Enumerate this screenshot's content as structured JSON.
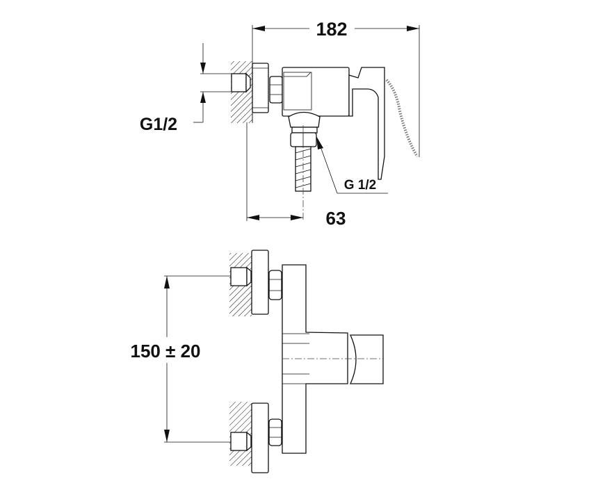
{
  "drawing": {
    "side_view": {
      "overall_depth": "182",
      "outlet_offset": "63",
      "inlet_thread": "G1/2",
      "outlet_thread": "G 1/2"
    },
    "front_view": {
      "inlet_spacing": "150 ± 20"
    },
    "colors": {
      "line": "#111111",
      "background": "#ffffff"
    }
  }
}
